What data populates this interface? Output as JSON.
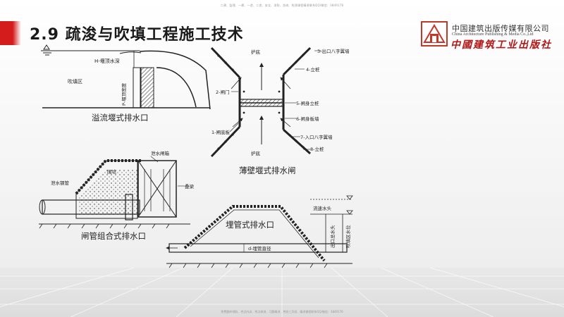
{
  "header": {
    "top_note": "二建、监理、一建、一造、二造、安全、消防、咨询、检测课程精讲联系QQ/微信：3849176",
    "title": "2.9 疏浚与吹填工程施工技术",
    "logo_cn": "中国建筑出版传媒有限公司",
    "logo_en": "China Architecture Publishing & Media Co.,Ltd",
    "logo_cal": "中國建筑工业出版社"
  },
  "footer": {
    "bottom_note": "免费题库领取、考点内训、考点串讲、习题精讲、考前三页纸、精讲课程联系QQ/微信：3849176"
  },
  "colors": {
    "accent": "#d41c1c",
    "line": "#1a1a1a"
  },
  "diagram1": {
    "caption": "溢流堰式排水口",
    "label_h": "H-堰顶水深",
    "label_fill": "吹填区",
    "label_p": "P-堰顶宽度"
  },
  "diagram2": {
    "caption": "薄壁堰式排水闸",
    "label_protect_top": "护底",
    "label_protect_bottom": "护底",
    "label_1": "1-闸底板",
    "label_2": "2-闸门",
    "label_3": "3-出口八字翼墙",
    "label_4": "4-立桩",
    "label_5": "5-闸身立桩",
    "label_6": "6-闸身板墙",
    "label_7": "7-入口八字翼墙",
    "label_8": "8-立桩"
  },
  "diagram3": {
    "caption": "闸管组合式排水口",
    "label_gate": "泄水闸箱",
    "label_weir": "围埝",
    "label_pipe": "泄水钢管",
    "label_beam": "叠梁"
  },
  "diagram4": {
    "caption": "埋管式排水口",
    "label_flow_head": "流速水头",
    "label_pipe_dia": "d-埋管直径",
    "label_outlet_head": "出口总水头",
    "label_fill_level": "吹填区水位"
  }
}
